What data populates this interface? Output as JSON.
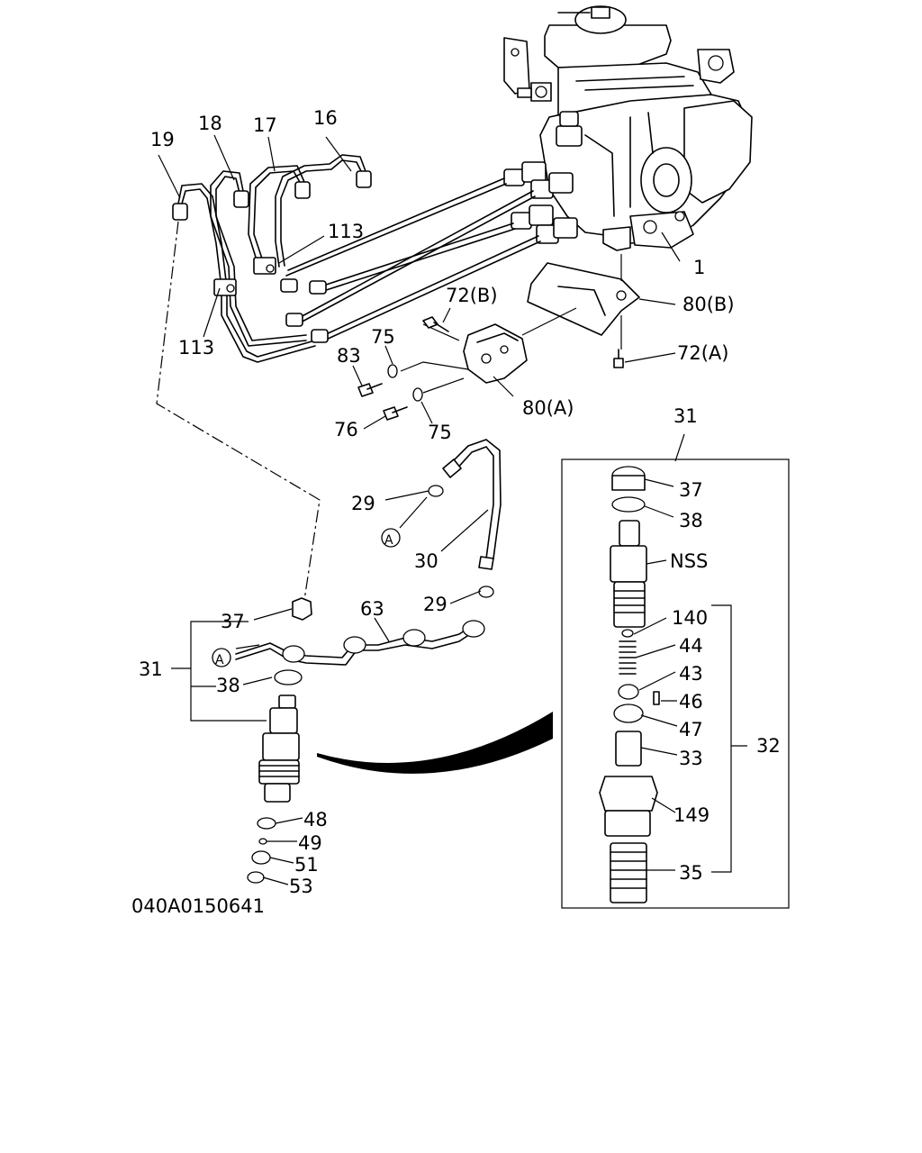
{
  "labels": {
    "l1": "1",
    "l16": "16",
    "l17": "17",
    "l18": "18",
    "l19": "19",
    "l113a": "113",
    "l113b": "113",
    "l72b": "72(B)",
    "l80b": "80(B)",
    "l72a": "72(A)",
    "l75a": "75",
    "l83": "83",
    "l80a": "80(A)",
    "l76": "76",
    "l75b": "75",
    "l29a": "29",
    "lA1": "A",
    "l30": "30",
    "l31top": "31",
    "l37r": "37",
    "l38r": "38",
    "lNSS": "NSS",
    "l140": "140",
    "l44": "44",
    "l43": "43",
    "l46": "46",
    "l47": "47",
    "l33": "33",
    "l32": "32",
    "l149": "149",
    "l35": "35",
    "l63": "63",
    "l29b": "29",
    "l37l": "37",
    "lA2": "A",
    "l31left": "31",
    "l38l": "38",
    "l48": "48",
    "l49": "49",
    "l51": "51",
    "l53": "53"
  },
  "drawing_code": "040A0150641"
}
